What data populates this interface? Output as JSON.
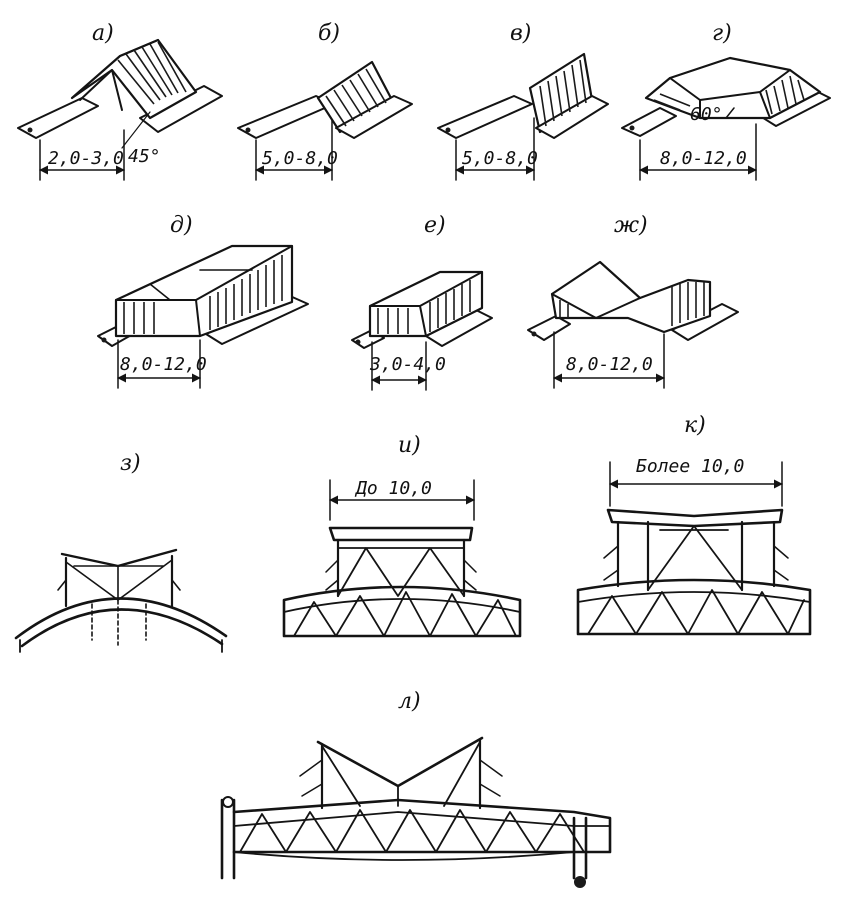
{
  "figures": [
    {
      "id": "a",
      "label": "а)",
      "dimension": "2,0-3,0",
      "angle": "45°"
    },
    {
      "id": "b",
      "label": "б)",
      "dimension": "5,0-8,0"
    },
    {
      "id": "v",
      "label": "в)",
      "dimension": "5,0-8,0"
    },
    {
      "id": "g",
      "label": "г)",
      "dimension": "8,0-12,0",
      "angle": "60°"
    },
    {
      "id": "d",
      "label": "д)",
      "dimension": "8,0-12,0"
    },
    {
      "id": "e",
      "label": "е)",
      "dimension": "3,0-4,0"
    },
    {
      "id": "zh",
      "label": "ж)",
      "dimension": "8,0-12,0"
    },
    {
      "id": "z",
      "label": "з)"
    },
    {
      "id": "i",
      "label": "и)",
      "dimension": "До 10,0"
    },
    {
      "id": "k",
      "label": "к)",
      "dimension": "Более 10,0"
    },
    {
      "id": "l",
      "label": "л)"
    }
  ],
  "colors": {
    "ink": "#141414",
    "paper": "#ffffff"
  }
}
